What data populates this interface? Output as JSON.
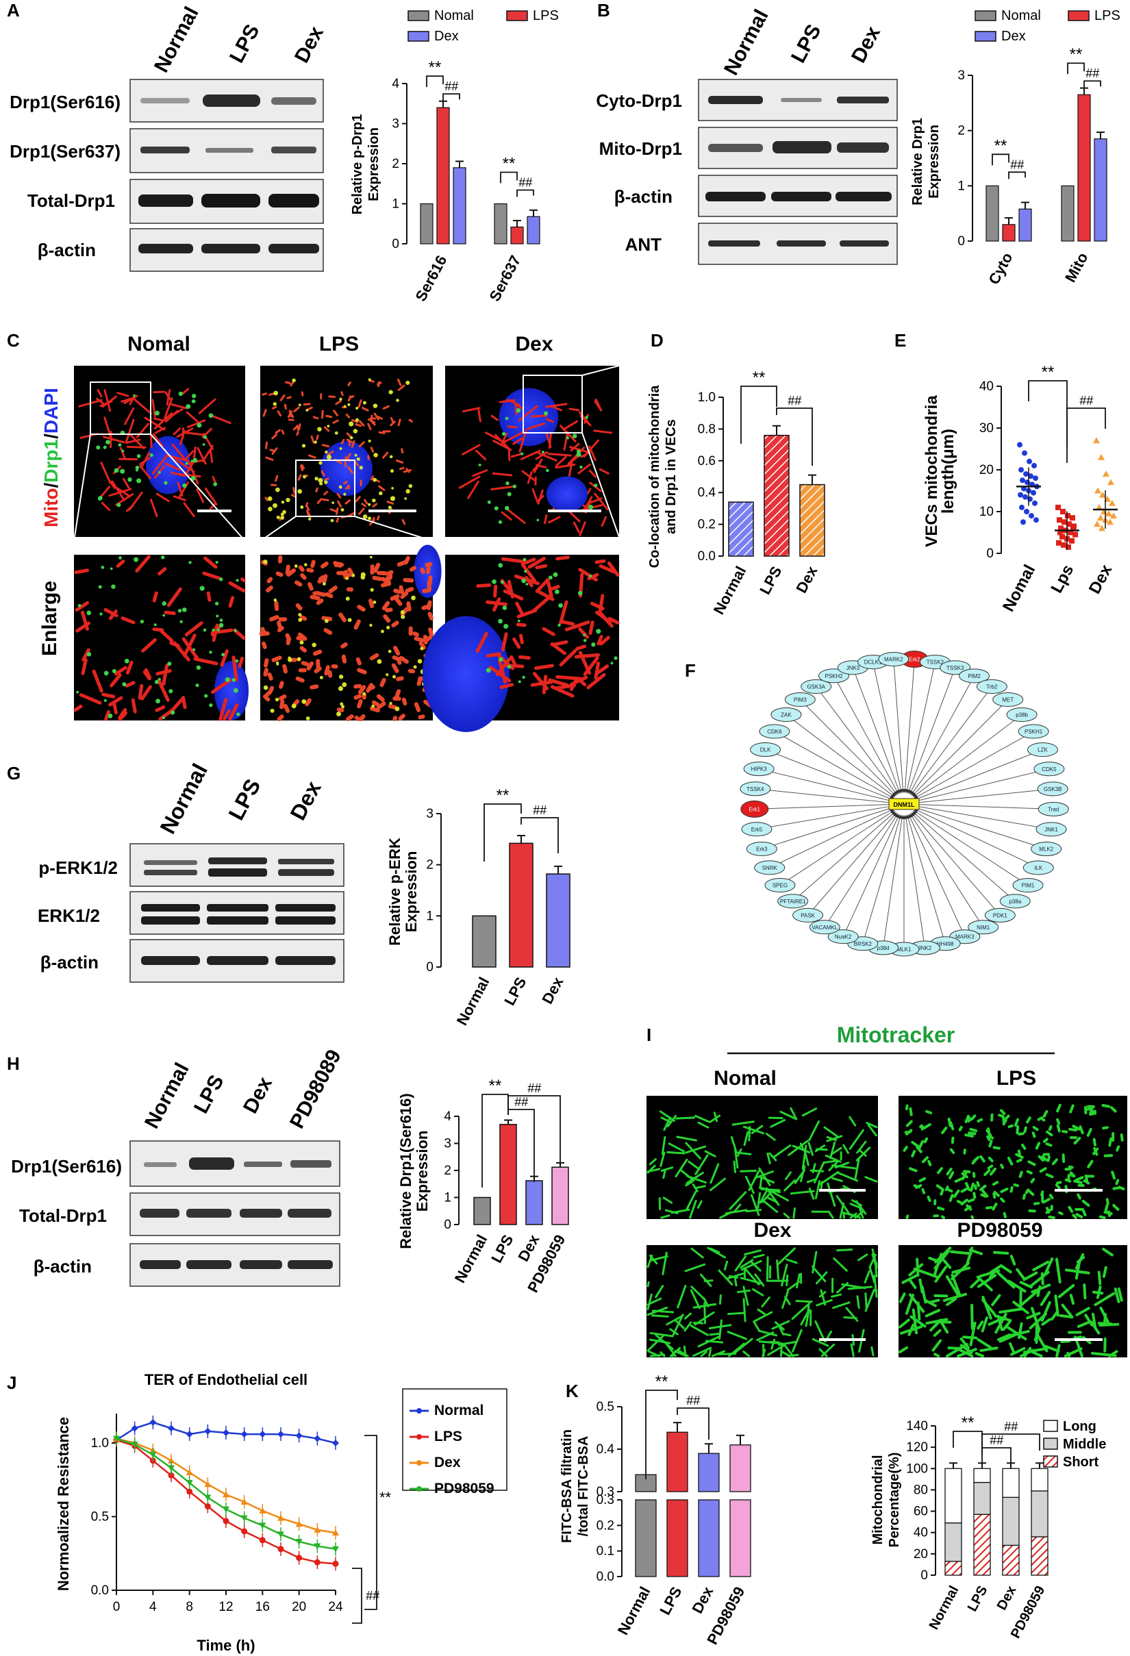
{
  "panels": {
    "A": {
      "letter": "A",
      "lanes": [
        "Normal",
        "LPS",
        "Dex"
      ],
      "rows": [
        "Drp1(Ser616)",
        "Drp1(Ser637)",
        "Total-Drp1",
        "β-actin"
      ],
      "chart_data": {
        "type": "bar",
        "categories": [
          "Ser616",
          "Ser637"
        ],
        "series": [
          {
            "name": "Nomal",
            "values": [
              1.0,
              1.0
            ]
          },
          {
            "name": "LPS",
            "values": [
              3.4,
              0.42
            ]
          },
          {
            "name": "Dex",
            "values": [
              1.9,
              0.68
            ]
          }
        ],
        "ylabel": "Relative p-Drp1 Expression",
        "ylabel_lines": [
          "Relative p-Drp1",
          "Expression"
        ],
        "ylim": [
          0,
          4
        ],
        "yticks": [
          0,
          1,
          2,
          3,
          4
        ],
        "sig": [
          [
            "**",
            "##"
          ],
          [
            "**",
            "##"
          ]
        ],
        "legend": "top"
      }
    },
    "B": {
      "letter": "B",
      "lanes": [
        "Normal",
        "LPS",
        "Dex"
      ],
      "rows": [
        "Cyto-Drp1",
        "Mito-Drp1",
        "β-actin",
        "ANT"
      ],
      "chart_data": {
        "type": "bar",
        "categories": [
          "Cyto",
          "Mito"
        ],
        "series": [
          {
            "name": "Nomal",
            "values": [
              1.0,
              1.0
            ]
          },
          {
            "name": "LPS",
            "values": [
              0.3,
              2.65
            ]
          },
          {
            "name": "Dex",
            "values": [
              0.58,
              1.85
            ]
          }
        ],
        "ylabel": "Relative Drp1 Expression",
        "ylabel_lines": [
          "Relative Drp1",
          "Expression"
        ],
        "ylim": [
          0,
          3
        ],
        "yticks": [
          0,
          1,
          2,
          3
        ],
        "sig": [
          [
            "**",
            "##"
          ],
          [
            "**",
            "##"
          ]
        ],
        "legend": "top"
      }
    },
    "C": {
      "letter": "C",
      "columns": [
        "Nomal",
        "LPS",
        "Dex"
      ],
      "side_label_parts": [
        "Mito",
        "/",
        "Drp1",
        "/",
        "DAPI"
      ],
      "enlarge_label": "Enlarge"
    },
    "D": {
      "letter": "D",
      "chart_data": {
        "type": "bar",
        "categories": [
          "Normal",
          "LPS",
          "Dex"
        ],
        "values": [
          0.34,
          0.76,
          0.45
        ],
        "ylabel": "Co-location of mitochondria and Drp1 in VECs",
        "ylabel_lines": [
          "Co-location of mitochondria",
          "and Drp1 in VECs"
        ],
        "ylim": [
          0,
          1.0
        ],
        "yticks": [
          "0.0",
          "0.2",
          "0.4",
          "0.6",
          "0.8",
          "1.0"
        ],
        "sig": [
          "**",
          "##"
        ]
      }
    },
    "E": {
      "letter": "E",
      "chart_data": {
        "type": "scatter",
        "categories": [
          "Nomal",
          "Lps",
          "Dex"
        ],
        "means": [
          16,
          5.5,
          10.5
        ],
        "points": [
          [
            26,
            24,
            22,
            21,
            20,
            19,
            18.5,
            18,
            17.5,
            17,
            16.5,
            16,
            15.5,
            15,
            14.5,
            14,
            13.5,
            13,
            12,
            11,
            10,
            9,
            8,
            7.5
          ],
          [
            11,
            10,
            9,
            8.5,
            8,
            7.5,
            7,
            6.5,
            6,
            5.5,
            5,
            4.5,
            4,
            3.5,
            3,
            2.5,
            2,
            1.5,
            6,
            5
          ],
          [
            27,
            23,
            19,
            17,
            15,
            14,
            13,
            12,
            11,
            10,
            9.5,
            9,
            8.5,
            8,
            7.5,
            7,
            6
          ]
        ],
        "ylabel": "VECs mitochondria length(μm)",
        "ylabel_lines": [
          "VECs mitochondria",
          "length(μm)"
        ],
        "ylim": [
          0,
          40
        ],
        "yticks": [
          0,
          10,
          20,
          30,
          40
        ],
        "sig": [
          "**",
          "##"
        ]
      }
    },
    "F": {
      "letter": "F",
      "center": "DNM1L",
      "highlighted": [
        "Erk2",
        "Erk1"
      ],
      "nodes": [
        "Erk2",
        "TSSK2",
        "TSSK3",
        "PIM2",
        "Trb2",
        "MET",
        "p38b",
        "PSKH1",
        "LZK",
        "CDK5",
        "GSK3B",
        "Trad",
        "JNK1",
        "MLK2",
        "ILK",
        "PIM1",
        "p38a",
        "PDK1",
        "NIM1",
        "MARK3",
        "HH498",
        "JNK2",
        "MLK1",
        "p38d",
        "BRSK2",
        "NuaK2",
        "VACAMKL",
        "PASK",
        "PFTAIRE1",
        "SPEG",
        "SNRK",
        "Erk3",
        "Erk5",
        "Erk1",
        "TSSK4",
        "HIPK3",
        "DLK",
        "CDK6",
        "ZAK",
        "PIM3",
        "GSK3A",
        "PSKH2",
        "JNK3",
        "DCLK1",
        "MARK2"
      ]
    },
    "G": {
      "letter": "G",
      "lanes": [
        "Normal",
        "LPS",
        "Dex"
      ],
      "rows": [
        "p-ERK1/2",
        "ERK1/2",
        "β-actin"
      ],
      "chart_data": {
        "type": "bar",
        "categories": [
          "Normal",
          "LPS",
          "Dex"
        ],
        "values": [
          1.0,
          2.42,
          1.82
        ],
        "ylabel": "Relative p-ERK Expression",
        "ylabel_lines": [
          "Relative p-ERK",
          "Expression"
        ],
        "ylim": [
          0,
          3
        ],
        "yticks": [
          0,
          1,
          2,
          3
        ],
        "sig": [
          "**",
          "##"
        ]
      }
    },
    "H": {
      "letter": "H",
      "lanes": [
        "Normal",
        "LPS",
        "Dex",
        "PD98089"
      ],
      "rows": [
        "Drp1(Ser616)",
        "Total-Drp1",
        "β-actin"
      ],
      "chart_data": {
        "type": "bar",
        "categories": [
          "Normal",
          "LPS",
          "Dex",
          "PD98059"
        ],
        "values": [
          1.0,
          3.7,
          1.62,
          2.12
        ],
        "ylabel": "Relative Drp1(Ser616) Expression",
        "ylabel_lines": [
          "Relative Drp1(Ser616)",
          "Expression"
        ],
        "ylim": [
          0,
          4
        ],
        "yticks": [
          0,
          1,
          2,
          3,
          4
        ],
        "sig": [
          "**",
          "##",
          "##"
        ]
      }
    },
    "I": {
      "letter": "I",
      "title": "Mitotracker",
      "cells": [
        "Nomal",
        "LPS",
        "Dex",
        "PD98059"
      ]
    },
    "J": {
      "letter": "J",
      "chart_data": {
        "type": "line",
        "title": "TER of Endothelial cell",
        "xlabel": "Time (h)",
        "ylabel": "Normoalized Resistance",
        "xlim": [
          0,
          24
        ],
        "ylim": [
          0,
          1.2
        ],
        "xticks": [
          0,
          4,
          8,
          12,
          16,
          20,
          24
        ],
        "yticks": [
          "0.0",
          "0.5",
          "1.0"
        ],
        "x": [
          0,
          2,
          4,
          6,
          8,
          10,
          12,
          14,
          16,
          18,
          20,
          22,
          24
        ],
        "series": [
          {
            "name": "Normal",
            "color": "#1f3ad6",
            "values": [
              1.02,
              1.1,
              1.14,
              1.1,
              1.06,
              1.08,
              1.07,
              1.06,
              1.06,
              1.06,
              1.05,
              1.03,
              1.0
            ]
          },
          {
            "name": "LPS",
            "color": "#e0201a",
            "values": [
              1.02,
              0.98,
              0.88,
              0.78,
              0.67,
              0.57,
              0.47,
              0.4,
              0.34,
              0.28,
              0.22,
              0.19,
              0.18
            ]
          },
          {
            "name": "Dex",
            "color": "#f08a16",
            "values": [
              1.03,
              1.0,
              0.95,
              0.88,
              0.8,
              0.72,
              0.65,
              0.6,
              0.54,
              0.49,
              0.45,
              0.41,
              0.39
            ]
          },
          {
            "name": "PD98059",
            "color": "#29b22a",
            "values": [
              1.03,
              0.99,
              0.92,
              0.83,
              0.73,
              0.63,
              0.55,
              0.49,
              0.44,
              0.38,
              0.33,
              0.3,
              0.28
            ]
          }
        ],
        "sig": [
          "**",
          "##"
        ],
        "legend": "right"
      }
    },
    "K": {
      "letter": "K",
      "chart_data": [
        {
          "type": "bar",
          "categories": [
            "Normal",
            "LPS",
            "Dex",
            "PD98059"
          ],
          "values": [
            0.34,
            0.44,
            0.39,
            0.41
          ],
          "ylabel": "FITC-BSA filtratin /total FITC-BSA",
          "ylabel_lines": [
            "FITC-BSA filtratin",
            "/total FITC-BSA"
          ],
          "yticks_upper": [
            "0.3",
            "0.4",
            "0.5"
          ],
          "yticks_lower": [
            "0.0",
            "0.1",
            "0.2",
            "0.3"
          ],
          "sig": [
            "**",
            "##"
          ]
        },
        {
          "type": "bar",
          "stacked": true,
          "categories": [
            "Normal",
            "LPS",
            "Dex",
            "PD98059"
          ],
          "series": [
            {
              "name": "Short",
              "values": [
                13,
                57,
                28,
                36
              ]
            },
            {
              "name": "Middle",
              "values": [
                36,
                30,
                45,
                43
              ]
            },
            {
              "name": "Long",
              "values": [
                51,
                13,
                27,
                21
              ]
            }
          ],
          "ylabel": "Mitochondrial Percentage(%)",
          "ylabel_lines": [
            "Mitochondrial",
            "Percentage(%)"
          ],
          "ylim": [
            0,
            140
          ],
          "yticks": [
            0,
            20,
            40,
            60,
            80,
            100,
            120,
            140
          ],
          "legend_order": [
            "Long",
            "Middle",
            "Short"
          ],
          "sig": [
            "**",
            "##",
            "##"
          ],
          "legend": "top-right"
        }
      ]
    }
  },
  "colors": {
    "normal": "#8c8c8c",
    "lps": "#e5353a",
    "dex": "#7b7ff0",
    "dex_orange": "#f39a3c",
    "pd": "#f2a3d8",
    "mito_red": "#e3251f",
    "drp_green": "#28c23c",
    "dapi_blue": "#2030e8",
    "node_fill": "#bff0f4",
    "node_red": "#e11d1d",
    "center_fill": "#f7f016"
  }
}
